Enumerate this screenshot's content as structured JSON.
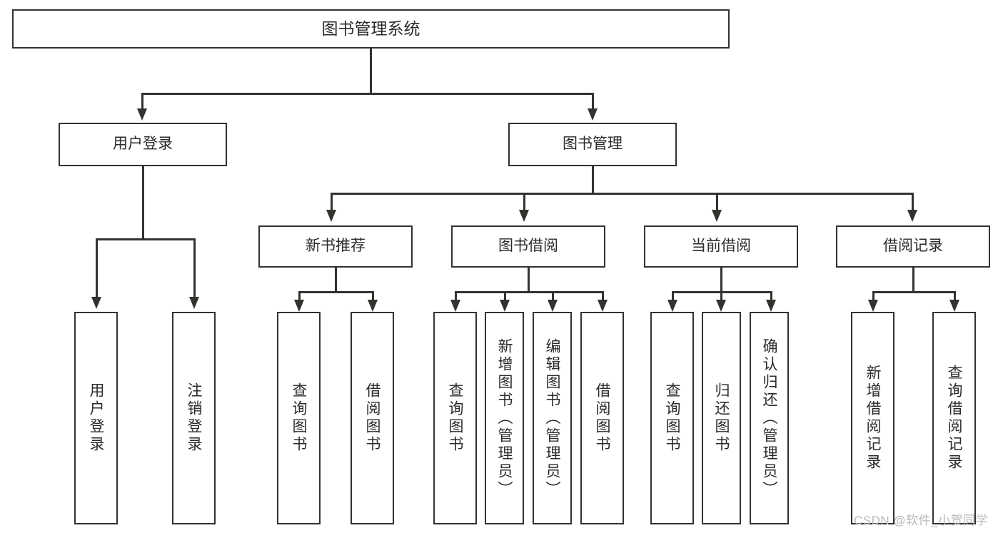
{
  "diagram": {
    "title": "图书管理系统",
    "type": "hierarchy-tree",
    "root": {
      "label": "图书管理系统"
    },
    "level1": [
      {
        "label": "用户登录"
      },
      {
        "label": "图书管理"
      }
    ],
    "level2": [
      {
        "label": "新书推荐"
      },
      {
        "label": "图书借阅"
      },
      {
        "label": "当前借阅"
      },
      {
        "label": "借阅记录"
      }
    ],
    "leaves": {
      "user_login": [
        {
          "label": "用户登录"
        },
        {
          "label": "注销登录"
        }
      ],
      "new_book_recommend": [
        {
          "label": "查询图书"
        },
        {
          "label": "借阅图书"
        }
      ],
      "book_borrow": [
        {
          "label": "查询图书"
        },
        {
          "label": "新增图书（管理员）"
        },
        {
          "label": "编辑图书（管理员）"
        },
        {
          "label": "借阅图书"
        }
      ],
      "current_borrow": [
        {
          "label": "查询图书"
        },
        {
          "label": "归还图书"
        },
        {
          "label": "确认归还（管理员）"
        }
      ],
      "borrow_records": [
        {
          "label": "新增借阅记录"
        },
        {
          "label": "查询借阅记录"
        }
      ]
    }
  },
  "watermark": {
    "text": "CSDN @软件_小贺同学"
  },
  "colors": {
    "line": "#33322f",
    "box_fill": "#ffffff",
    "text": "#2b2b2b",
    "watermark": "#b9b9b9",
    "background": "#ffffff"
  }
}
